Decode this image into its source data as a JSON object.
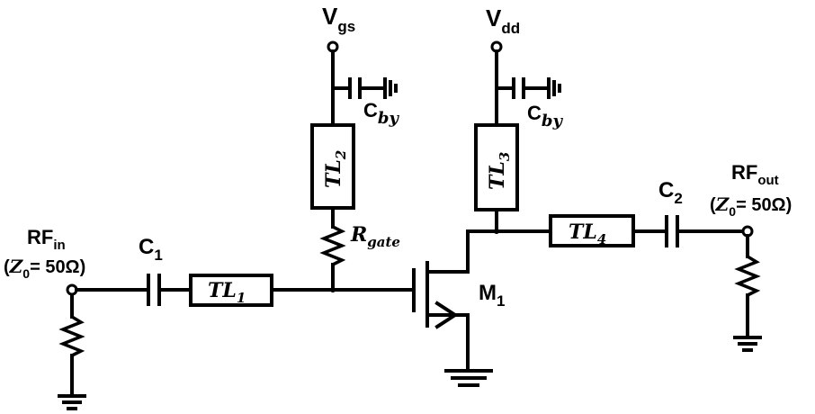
{
  "labels": {
    "vgs": {
      "main": "V",
      "sub": "gs"
    },
    "vdd": {
      "main": "V",
      "sub": "dd"
    },
    "cby_gate": {
      "main": "C",
      "sub": "by"
    },
    "cby_drain": {
      "main": "C",
      "sub": "by"
    },
    "tl1": {
      "main": "TL",
      "sub": "1"
    },
    "tl2": {
      "main": "TL",
      "sub": "2"
    },
    "tl3": {
      "main": "TL",
      "sub": "3"
    },
    "tl4": {
      "main": "TL",
      "sub": "4"
    },
    "rgate": {
      "main": "R",
      "sub": "gate"
    },
    "c1": {
      "main": "C",
      "sub": "1"
    },
    "c2": {
      "main": "C",
      "sub": "2"
    },
    "m1": {
      "main": "M",
      "sub": "1"
    },
    "rfin": {
      "main": "RF",
      "sub": "in"
    },
    "rfout": {
      "main": "RF",
      "sub": "out"
    },
    "z0_in": {
      "z": "Z",
      "zsub": "0",
      "rest": "= 50Ω"
    },
    "z0_out": {
      "z": "Z",
      "zsub": "0",
      "rest": "= 50Ω"
    }
  }
}
